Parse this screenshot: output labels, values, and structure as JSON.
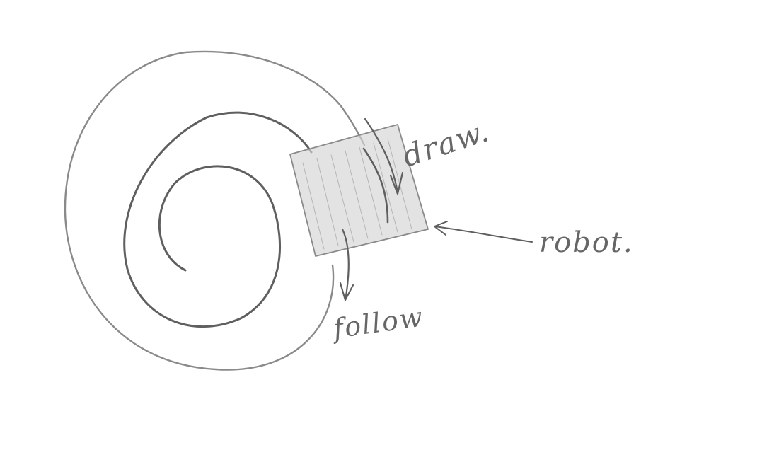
{
  "labels": {
    "draw": "draw.",
    "follow": "follow",
    "robot": "robot."
  },
  "colors": {
    "paper": "#ffffff",
    "pencil": "#8a8a8a",
    "pencil_dark": "#5f5f5f",
    "robot_shading": "#d4d4d4"
  }
}
